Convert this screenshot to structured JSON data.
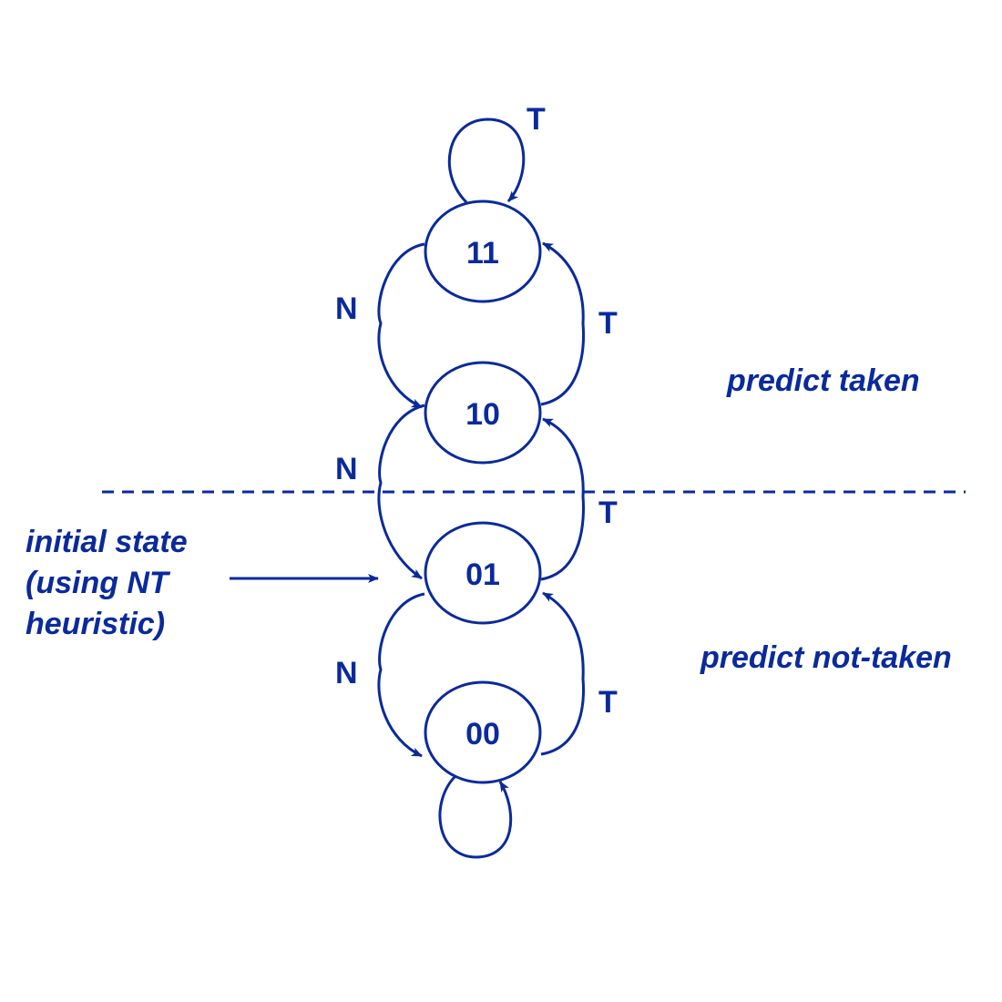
{
  "states": [
    {
      "id": "s11",
      "label": "11"
    },
    {
      "id": "s10",
      "label": "10"
    },
    {
      "id": "s01",
      "label": "01"
    },
    {
      "id": "s00",
      "label": "00"
    }
  ],
  "edge_labels": {
    "self_11": "T",
    "n_11_10": "N",
    "t_10_11": "T",
    "n_10_01": "N",
    "t_01_10": "T",
    "n_01_00": "N",
    "t_00_01": "T"
  },
  "regions": {
    "taken": "predict taken",
    "not_taken": "predict not-taken"
  },
  "initial_note": {
    "line1": "initial state",
    "line2": "(using NT",
    "line3": "heuristic)"
  },
  "colors": {
    "ink": "#0a2a9c"
  }
}
